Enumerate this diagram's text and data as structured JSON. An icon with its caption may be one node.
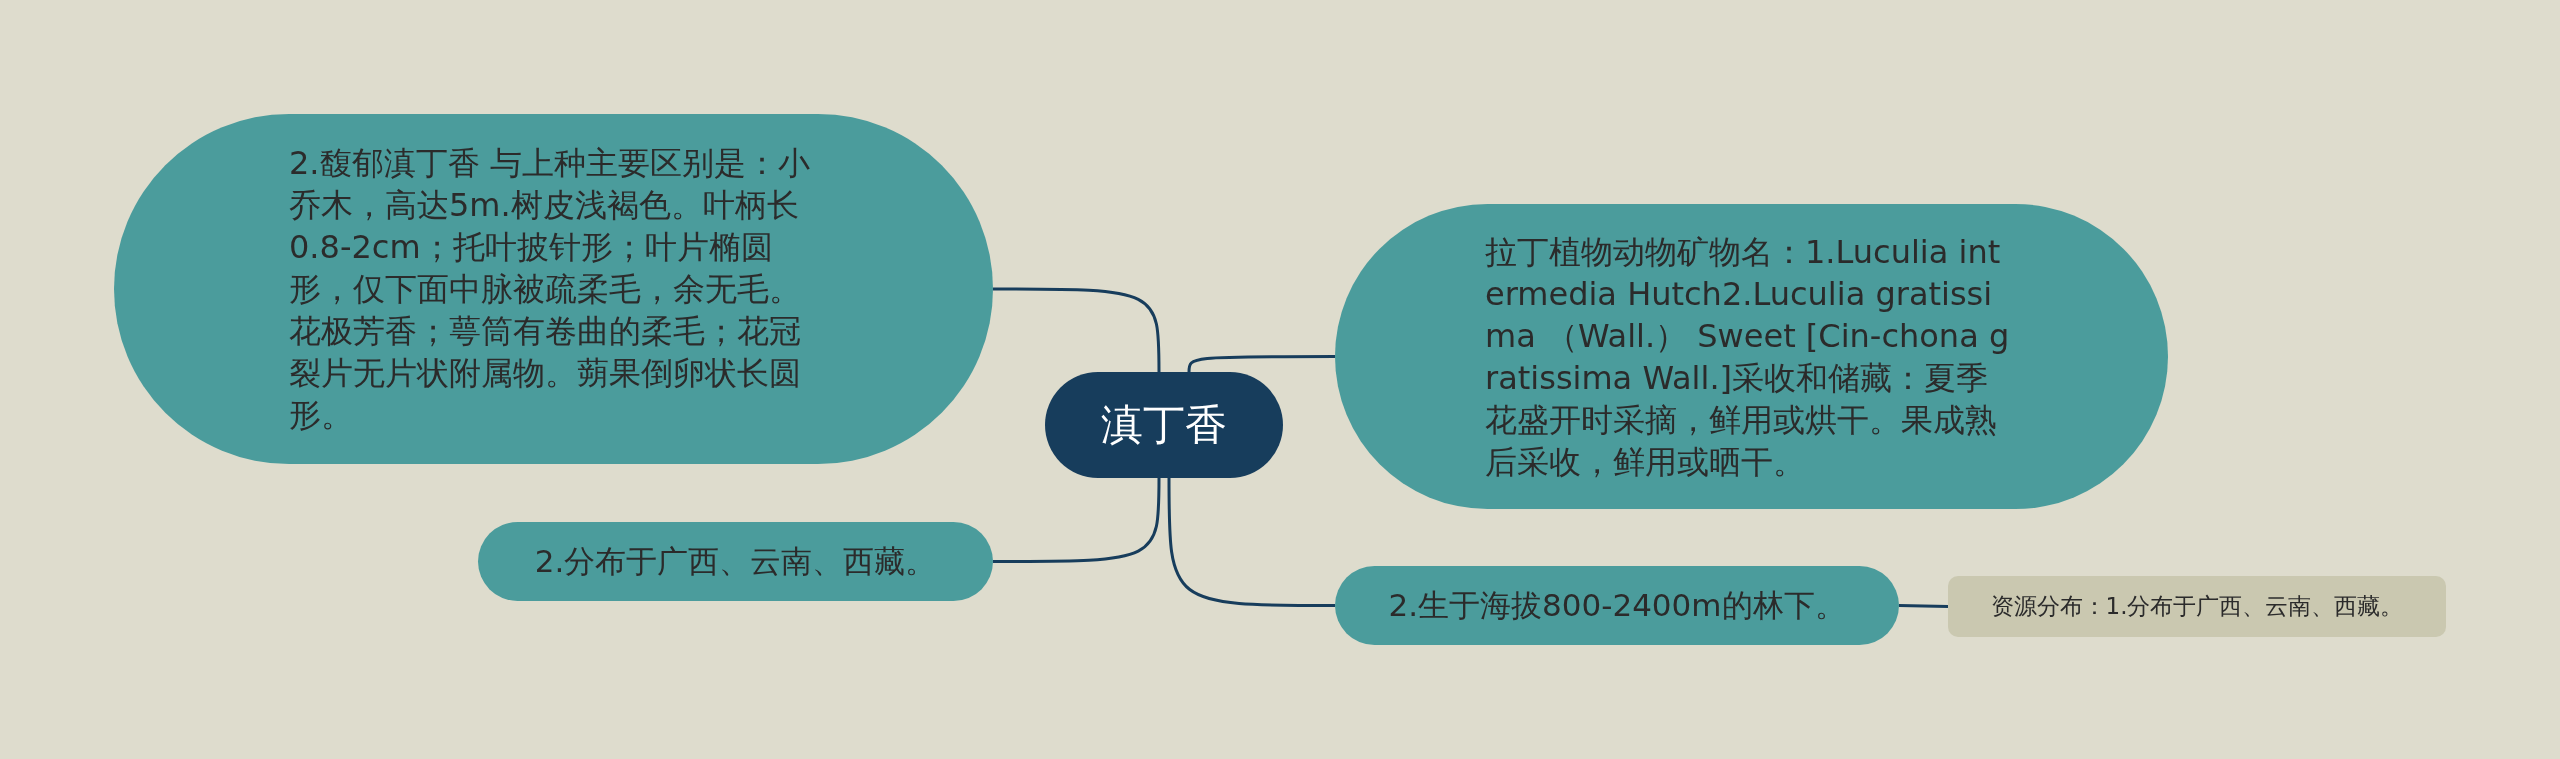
{
  "diagram": {
    "nodes": [
      {
        "text": [
          "2.馥郁滇丁香 与上种主要区别是：小乔木，高达5m.树皮浅褐色。叶柄长0.8-2cm；托叶披针形；叶片椭圆形，仅下面中脉被疏柔毛，余无毛。花极芳香；萼筒有卷曲的柔毛；花冠裂片无片状附属物。蒴果倒卵状长圆形。"
        ]
      },
      {
        "text": [
          "滇丁香"
        ]
      },
      {
        "text": [
          "拉丁植物动物矿物名：1.Luculia intermedia Hutch2.Luculia gratissima （Wall.） Sweet [Cin-chona gratissima Wall.]采收和储藏：夏季花盛开时采摘，鲜用或烘干。果成熟后采收，鲜用或晒干。"
        ]
      },
      {
        "text": [
          "2.分布于广西、云南、西藏。"
        ]
      },
      {
        "text": [
          "2.生于海拔800-2400m的林下。"
        ]
      },
      {
        "text": [
          "资源分布：1.分布于广西、云南、西藏。"
        ]
      }
    ],
    "edges": [
      {
        "from": 1,
        "to": 0,
        "arrow": "none"
      },
      {
        "from": 1,
        "to": 2,
        "arrow": "none"
      },
      {
        "from": 1,
        "to": 3,
        "arrow": "none"
      },
      {
        "from": 1,
        "to": 4,
        "arrow": "none"
      },
      {
        "from": 4,
        "to": 5,
        "arrow": "none"
      }
    ]
  }
}
